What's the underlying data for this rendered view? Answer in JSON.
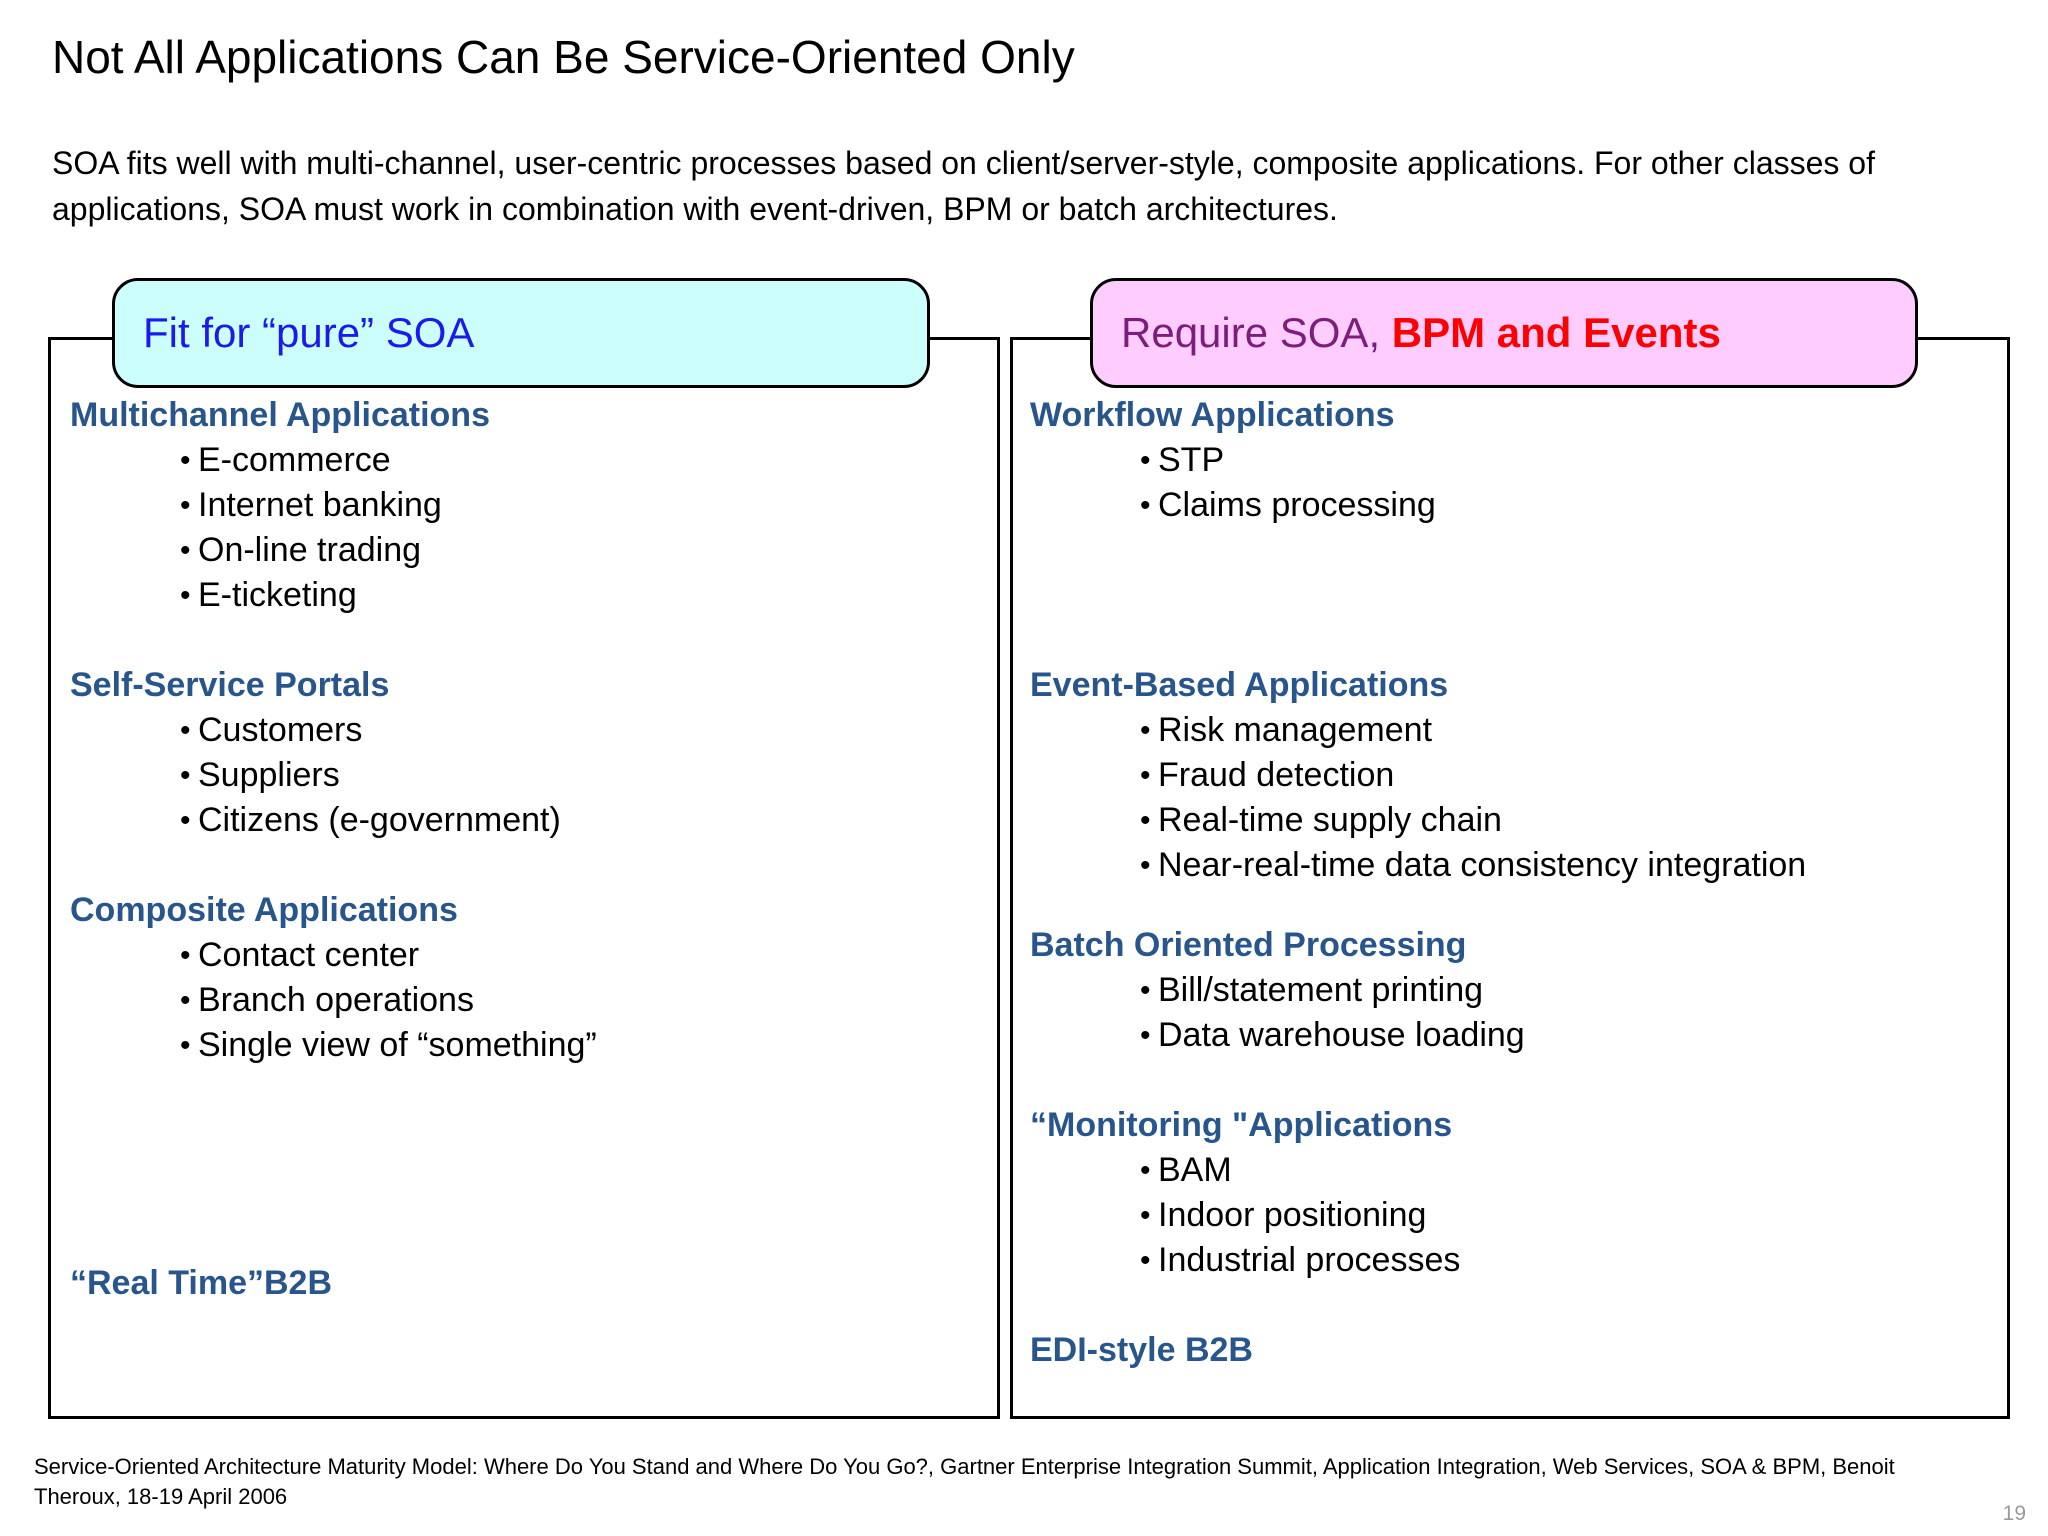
{
  "slide": {
    "title": "Not All Applications Can Be Service-Oriented Only",
    "intro": "SOA fits well with multi-channel, user-centric processes based on client/server-style, composite applications. For other classes of applications, SOA must work in combination with event-driven, BPM or batch architectures.",
    "page_number": "19",
    "citation": "Service-Oriented Architecture Maturity Model: Where Do You Stand and Where Do You Go?, Gartner Enterprise Integration Summit, Application Integration, Web Services, SOA & BPM, Benoit Theroux, 18-19 April 2006"
  },
  "colors": {
    "pill_left_bg": "#ccfffc",
    "pill_left_text": "#1a1aee",
    "pill_right_bg": "#ffccff",
    "pill_right_text": "#7c1d7c",
    "pill_right_accent": "#ff0000",
    "group_heading": "#27558c",
    "border": "#000000",
    "page_number": "#9a9a9a"
  },
  "left_panel": {
    "pill_label": "Fit for “pure” SOA",
    "groups": [
      {
        "title": "Multichannel Applications",
        "items": [
          "E-commerce",
          "Internet banking",
          "On-line trading",
          "E-ticketing"
        ]
      },
      {
        "title": "Self-Service Portals",
        "items": [
          "Customers",
          "Suppliers",
          "Citizens (e-government)"
        ]
      },
      {
        "title": "Composite Applications",
        "items": [
          "Contact center",
          "Branch operations",
          "Single view of “something”"
        ]
      }
    ],
    "footer_heading": "“Real Time”B2B"
  },
  "right_panel": {
    "pill_label_lead": "Require SOA, ",
    "pill_label_accent": "BPM and Events",
    "groups": [
      {
        "title": "Workflow Applications",
        "items": [
          "STP",
          "Claims processing"
        ]
      },
      {
        "title": "Event-Based Applications",
        "items": [
          "Risk management",
          "Fraud detection",
          "Real-time supply chain",
          "Near-real-time data consistency integration"
        ]
      },
      {
        "title": "Batch Oriented Processing",
        "items": [
          "Bill/statement printing",
          "Data warehouse loading"
        ]
      },
      {
        "title": "“Monitoring \"Applications",
        "items": [
          "BAM",
          "Indoor positioning",
          "Industrial processes"
        ]
      }
    ],
    "footer_heading": "EDI-style B2B"
  }
}
